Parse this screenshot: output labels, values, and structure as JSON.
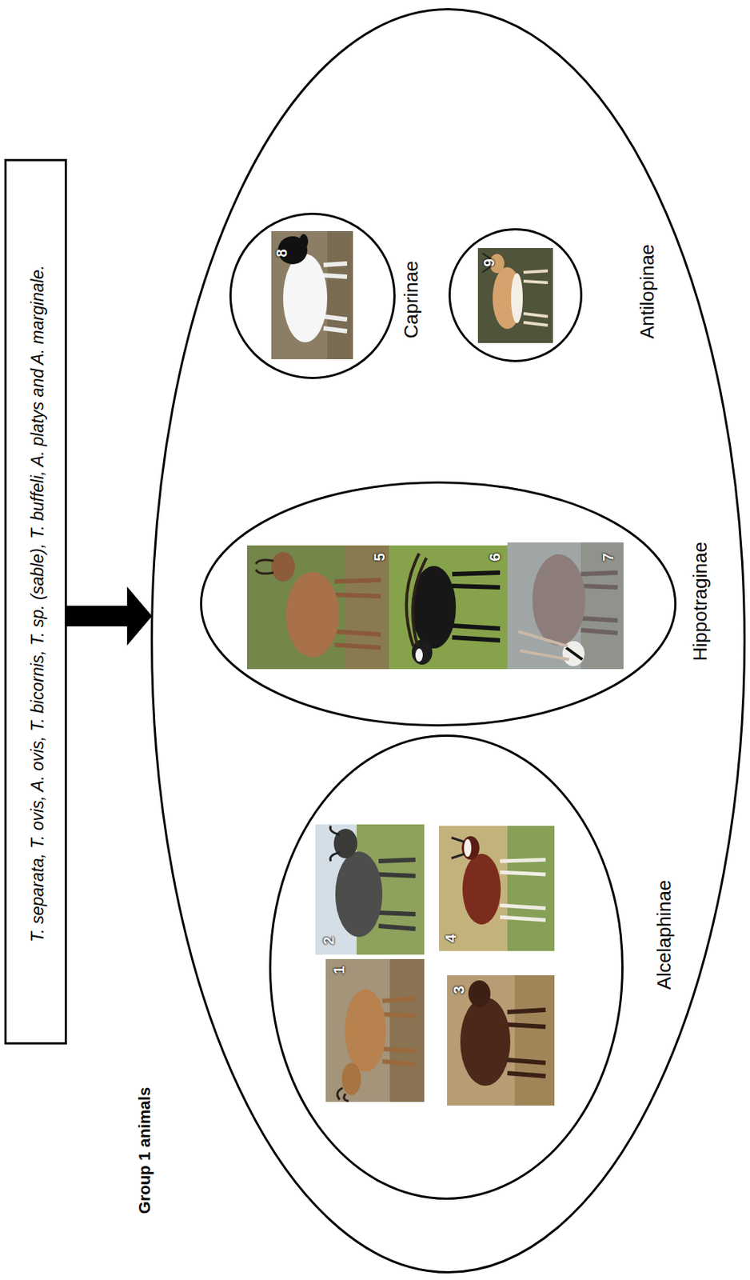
{
  "diagram": {
    "nodes": [
      {
        "text": [
          "T. separata, T. ovis, A. ovis, T. bicornis, T. sp. (sable), T. buffeli, A. platys and A. marginale."
        ]
      },
      {
        "text": [
          "Group 1 animals"
        ]
      },
      {
        "text": [
          "Alcelaphinae"
        ],
        "in": 1
      },
      {
        "text": [
          "Hippotraginae"
        ],
        "in": 1
      },
      {
        "text": [
          "Caprinae"
        ],
        "in": 1
      },
      {
        "text": [
          "Antilopinae"
        ],
        "in": 1
      }
    ],
    "edges": [
      {
        "from": 0,
        "to": 1,
        "arrow": "to"
      }
    ],
    "labels": [
      "1",
      "2",
      "3",
      "4",
      "5",
      "6",
      "7",
      "8",
      "9"
    ]
  }
}
